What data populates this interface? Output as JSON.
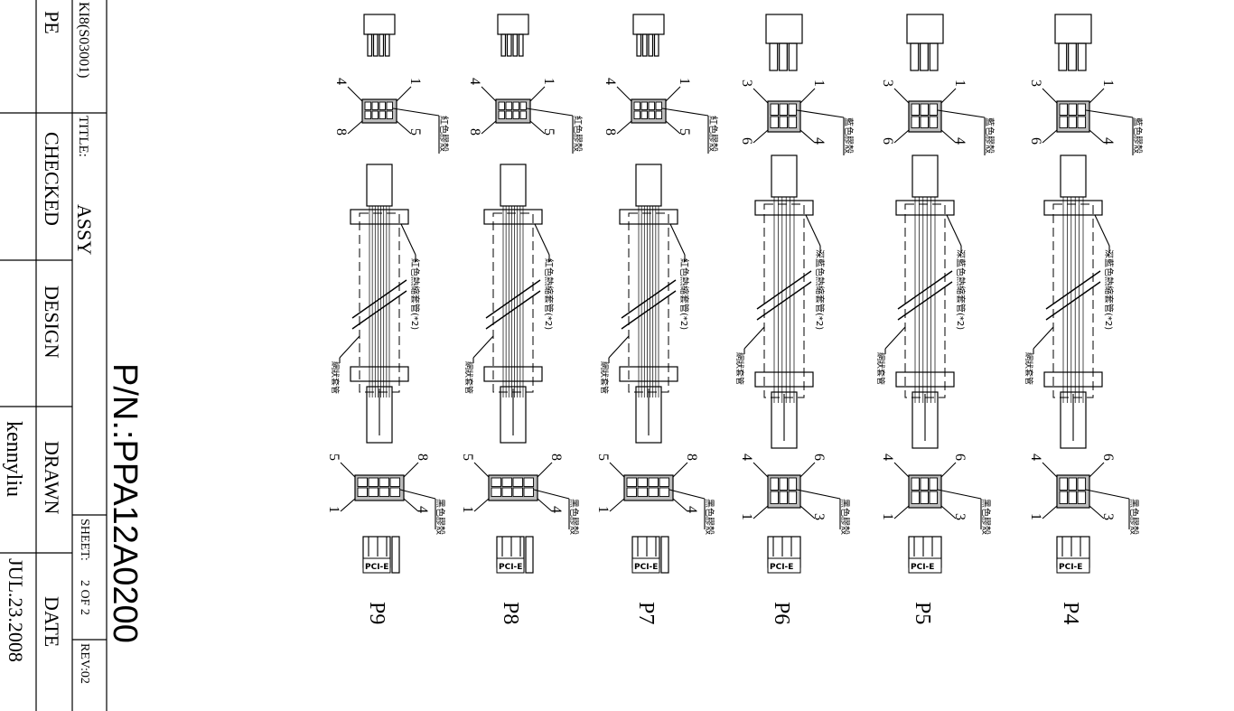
{
  "title_block": {
    "doc_code": "KI8(S03001)",
    "pe_label": "PE",
    "title_label": "TITLE:",
    "title_value": "ASSY",
    "checked_label": "CHECKED",
    "design_label": "DESIGN",
    "drawn_label": "DRAWN",
    "drawn_value": "kennyliu",
    "date_label": "DATE",
    "date_value": "JUL.23.2008",
    "sheet_label": "SHEET:",
    "sheet_value": "2 OF 2",
    "rev_label": "REV:02",
    "part_number": "P/N.:PPA12A0200"
  },
  "cables": [
    {
      "name": "P4",
      "variant": "6pin",
      "top_pins": [
        "3",
        "1",
        "6",
        "4"
      ],
      "top_note": "藍色膠殼",
      "sleeve_note": "深藍色熱縮套管(*2)",
      "mesh_note": "網狀套管",
      "bottom_pins": [
        "4",
        "6",
        "1",
        "3"
      ],
      "bottom_note": "黑色膠殼",
      "pcie": "PCI-E"
    },
    {
      "name": "P5",
      "variant": "6pin",
      "top_pins": [
        "3",
        "1",
        "6",
        "4"
      ],
      "top_note": "藍色膠殼",
      "sleeve_note": "深藍色熱縮套管(*2)",
      "mesh_note": "網狀套管",
      "bottom_pins": [
        "4",
        "6",
        "1",
        "3"
      ],
      "bottom_note": "黑色膠殼",
      "pcie": "PCI-E"
    },
    {
      "name": "P6",
      "variant": "6pin",
      "top_pins": [
        "3",
        "1",
        "6",
        "4"
      ],
      "top_note": "藍色膠殼",
      "sleeve_note": "深藍色熱縮套管(*2)",
      "mesh_note": "網狀套管",
      "bottom_pins": [
        "4",
        "6",
        "1",
        "3"
      ],
      "bottom_note": "黑色膠殼",
      "pcie": "PCI-E"
    },
    {
      "name": "P7",
      "variant": "8pin",
      "top_pins": [
        "4",
        "1",
        "8",
        "5"
      ],
      "top_note": "紅色膠殼",
      "sleeve_note": "紅色熱縮套管(*2)",
      "mesh_note": "網狀套管",
      "bottom_pins": [
        "5",
        "8",
        "1",
        "4"
      ],
      "bottom_note": "黑色膠殼",
      "pcie": "PCI-E"
    },
    {
      "name": "P8",
      "variant": "8pin",
      "top_pins": [
        "4",
        "1",
        "8",
        "5"
      ],
      "top_note": "紅色膠殼",
      "sleeve_note": "紅色熱縮套管(*2)",
      "mesh_note": "網狀套管",
      "bottom_pins": [
        "5",
        "8",
        "1",
        "4"
      ],
      "bottom_note": "黑色膠殼",
      "pcie": "PCI-E"
    },
    {
      "name": "P9",
      "variant": "8pin",
      "top_pins": [
        "4",
        "1",
        "8",
        "5"
      ],
      "top_note": "紅色膠殼",
      "sleeve_note": "紅色熱縮套管(*2)",
      "mesh_note": "網狀套管",
      "bottom_pins": [
        "5",
        "8",
        "1",
        "4"
      ],
      "bottom_note": "黑色膠殼",
      "pcie": "PCI-E"
    }
  ],
  "colors": {
    "ink": "#000000",
    "paper": "#ffffff",
    "connector_fill": "#bcbcbc"
  }
}
